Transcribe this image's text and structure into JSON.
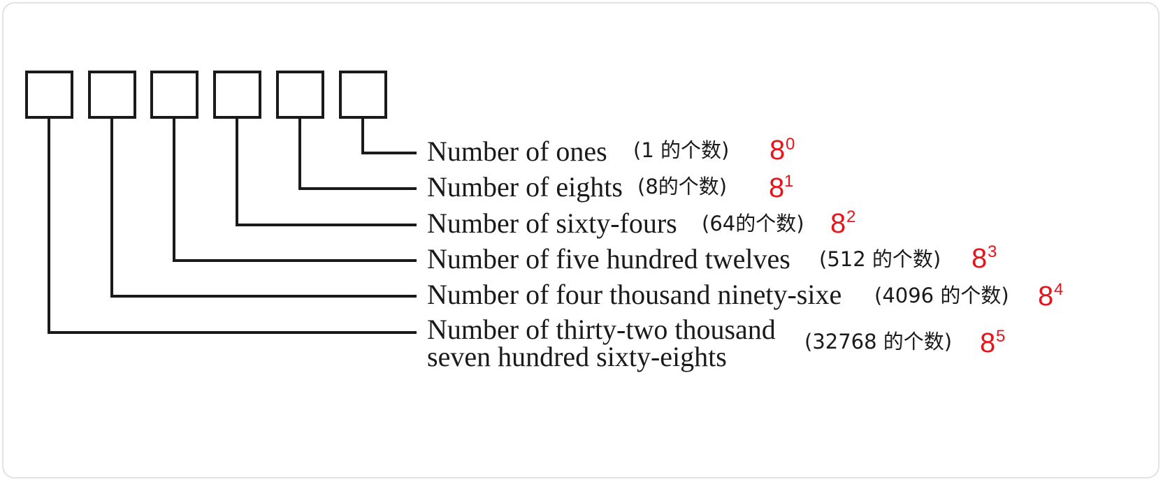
{
  "diagram": {
    "box_count": 6,
    "rows": [
      {
        "label": "Number of ones",
        "label_line2": "",
        "note": "(1 的个数)",
        "base": "8",
        "exponent": "0"
      },
      {
        "label": "Number of eights",
        "label_line2": "",
        "note": "(8的个数)",
        "base": "8",
        "exponent": "1"
      },
      {
        "label": "Number of sixty-fours",
        "label_line2": "",
        "note": "(64的个数)",
        "base": "8",
        "exponent": "2"
      },
      {
        "label": "Number of five hundred twelves",
        "label_line2": "",
        "note": "(512 的个数)",
        "base": "8",
        "exponent": "3"
      },
      {
        "label": "Number of four thousand ninety-sixe",
        "label_line2": "",
        "note": "(4096 的个数)",
        "base": "8",
        "exponent": "4"
      },
      {
        "label": "Number of thirty-two thousand",
        "label_line2": "seven hundred sixty-eights",
        "note": "(32768 的个数)",
        "base": "8",
        "exponent": "5"
      }
    ],
    "colors": {
      "line": "#1a1a1a",
      "power": "#e8141b",
      "frame": "#e2e2e2"
    }
  }
}
